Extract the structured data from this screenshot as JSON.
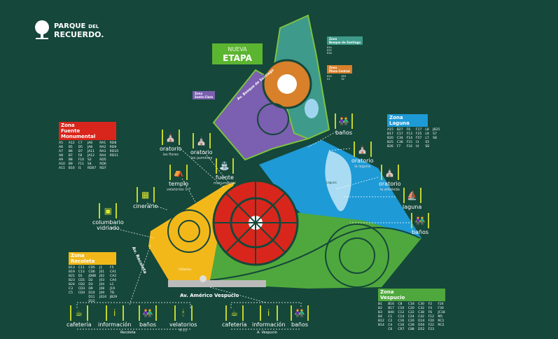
{
  "logo": {
    "line1": "PARQUE",
    "line1b": "DEL",
    "line2": "RECUERDO."
  },
  "nueva_etapa": {
    "line1": "NUEVA",
    "line2": "ETAPA"
  },
  "zones": {
    "fuente": {
      "title1": "Zona",
      "title2": "Fuente Monumental",
      "color": "#d9261c",
      "items": [
        "A5",
        "A12",
        "C7",
        "JA6",
        "RA1",
        "RD8",
        "A6",
        "B5",
        "D5",
        "JA8",
        "RA2",
        "RD9",
        "A7",
        "B6",
        "D7",
        "JA11",
        "RA3",
        "RD10",
        "A8",
        "B7",
        "F8",
        "JA12",
        "RA4",
        "RD11",
        "A9",
        "B8",
        "F10",
        "S2",
        "RD5",
        "",
        "A10",
        "B9",
        "F11",
        "S4",
        "RD6",
        "",
        "A11",
        "B10",
        "I1",
        "RD07",
        "RD7",
        ""
      ]
    },
    "recoleta": {
      "title1": "Zona",
      "title2": "Recoleta",
      "color": "#f2b81a",
      "items": [
        "B13",
        "C11",
        "CD5",
        "J1",
        "F5",
        "B19",
        "C13",
        "CD6",
        "J01",
        "CA1",
        "B21",
        "D1",
        "JD8B",
        "J02",
        "CA2",
        "B23",
        "CD1",
        "D2",
        "J03",
        "CA4",
        "B24",
        "CD2",
        "D3",
        "J04",
        "LC",
        "C3",
        "CD3",
        "D9",
        "J08",
        "J19",
        "C5",
        "CD4",
        "D10",
        "J09",
        "TD",
        "",
        "",
        "D11",
        "J024",
        "JB29",
        "",
        "",
        "D12",
        "",
        ""
      ]
    },
    "laguna": {
      "title1": "Zona",
      "title2": "Laguna",
      "color": "#1e9ad6",
      "items": [
        "A15",
        "B27",
        "F6",
        "F17",
        "L8",
        "JB25",
        "B17",
        "C17",
        "F13",
        "F25",
        "L9",
        "S7",
        "B20",
        "C34",
        "F14",
        "F57",
        "L7",
        "S8",
        "B25",
        "C36",
        "F15",
        "I3",
        "S5",
        "",
        "B26",
        "F7",
        "F16",
        "I4",
        "S6",
        ""
      ]
    },
    "vespucio": {
      "title1": "Zona",
      "title2": "Vespucio",
      "color": "#4fa83d",
      "items": [
        "B1",
        "B16",
        "C8",
        "C18",
        "C30",
        "F2",
        "F24",
        "B2",
        "B17",
        "C10",
        "C20",
        "C32",
        "F4",
        "F30",
        "B3",
        "B40",
        "C12",
        "C22",
        "C38",
        "F6",
        "JC18",
        "B4",
        "C1",
        "C14",
        "C24",
        "C42",
        "F12",
        "M5",
        "B12",
        "C2",
        "C16",
        "C26",
        "D14",
        "F20",
        "RC1",
        "B14",
        "C4",
        "C16",
        "C28",
        "D50",
        "F22",
        "RC2",
        "",
        "C6",
        "CR7",
        "C88",
        "D52",
        "F23",
        ""
      ]
    },
    "santa_clara": {
      "title1": "Zona",
      "title2": "Santa Clara",
      "color": "#7b5fb0"
    },
    "bosque": {
      "title1": "Zona",
      "title2": "Bosque de Santiago",
      "color": "#3e9a8a",
      "items": [
        "E54",
        "E55",
        "E56"
      ]
    },
    "plaza": {
      "title1": "Zona",
      "title2": "Plaza Central",
      "color": "#d8802a",
      "items": [
        "E52",
        "E53",
        "S1",
        "S2"
      ]
    }
  },
  "facilities": {
    "oratorio_flores": {
      "label": "oratorio",
      "sub": "las flores"
    },
    "oratorio_jazmines": {
      "label": "oratorio",
      "sub": "los jazmines"
    },
    "templo": {
      "label": "templo",
      "sub": "velatorios 1-7"
    },
    "fuente": {
      "label": "fuente",
      "sub": "monumental"
    },
    "cinerario": {
      "label": "cinerario"
    },
    "columbario": {
      "label": "columbario",
      "sub": "vidriado"
    },
    "banos_top": {
      "label": "baños"
    },
    "oratorio_laguna": {
      "label": "oratorio",
      "sub": "la laguna"
    },
    "oratorio_arboleda": {
      "label": "oratorio",
      "sub": "la arboleda"
    },
    "laguna": {
      "label": "laguna"
    },
    "banos_right": {
      "label": "baños"
    },
    "cafeteria1": {
      "label": "cafetería"
    },
    "info1": {
      "label": "información"
    },
    "banos1": {
      "label": "baños"
    },
    "velatorios": {
      "label": "velatorios",
      "sub": "8-11"
    },
    "cafeteria2": {
      "label": "cafetería"
    },
    "info2": {
      "label": "información"
    },
    "banos2": {
      "label": "baños"
    }
  },
  "groups": {
    "recoleta": "Recoleta",
    "vespucio": "A. Vespucio"
  },
  "roads": {
    "vespucio": "Av. Américo Vespucio",
    "recoleta": "Av. Recoleta",
    "santiago": "Av. Bosque de Santiago"
  },
  "map_labels": {
    "laguna": "Laguna",
    "chilectra": "Chilectra"
  }
}
